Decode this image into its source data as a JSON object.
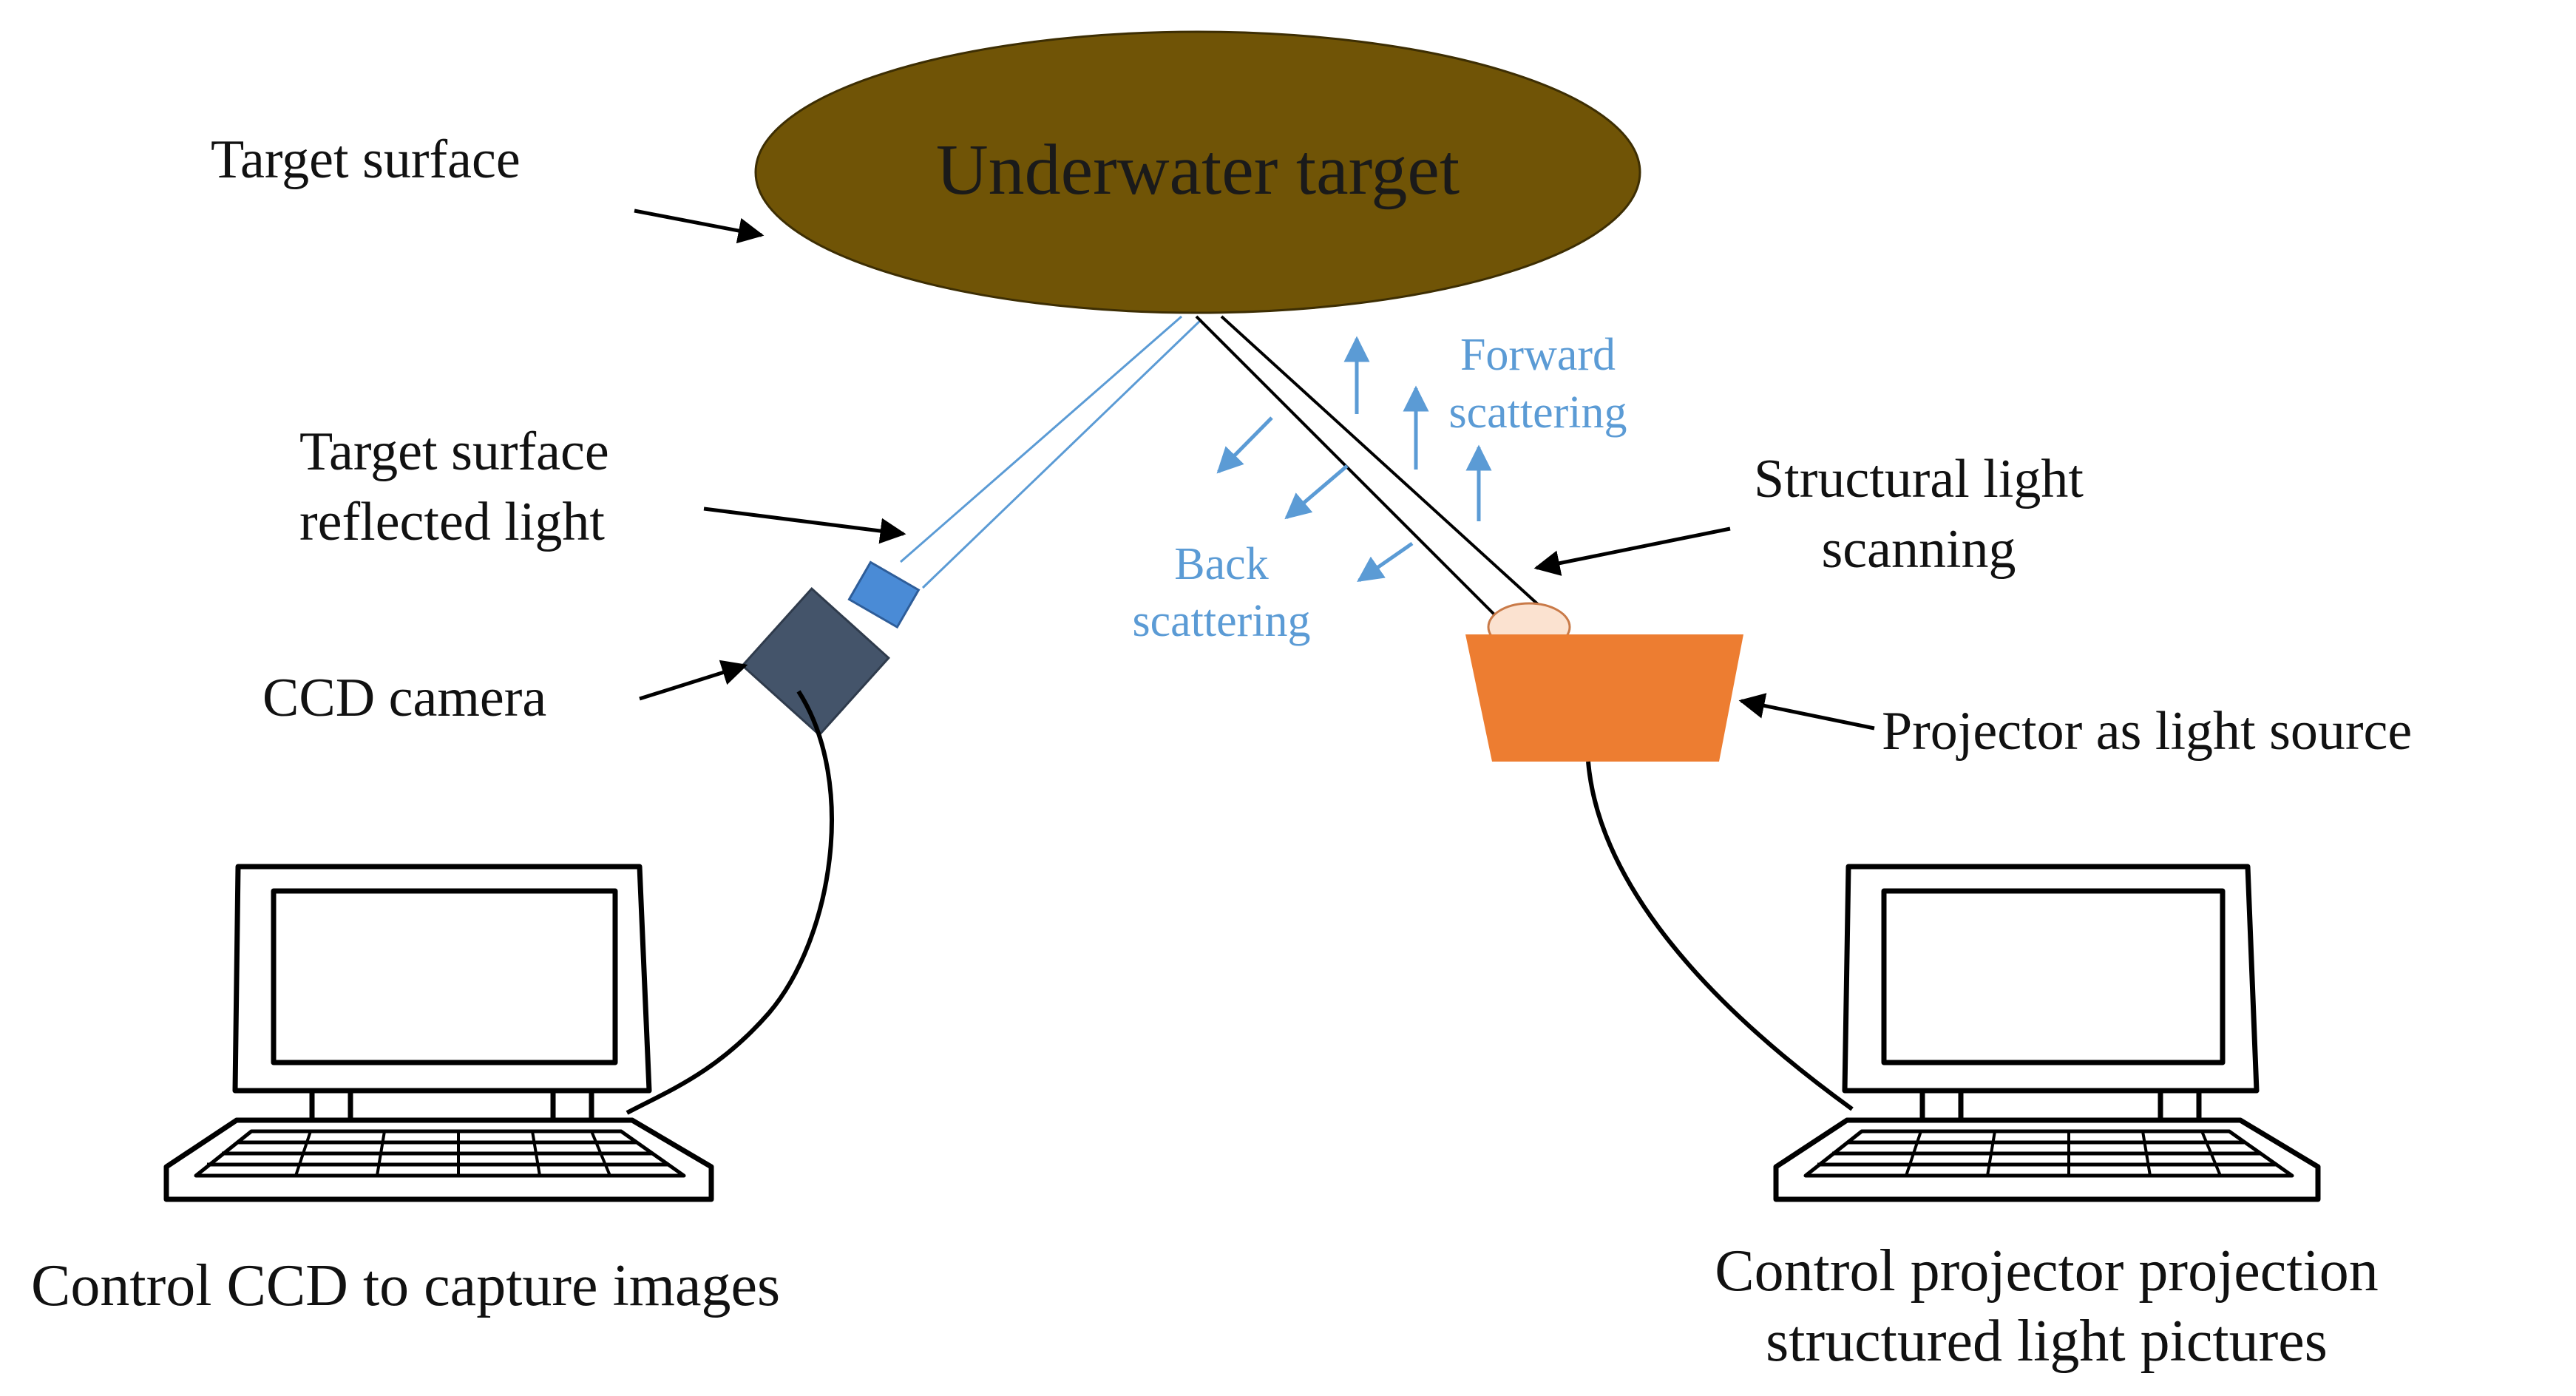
{
  "labels": {
    "target": "Underwater target",
    "target_surface": "Target surface",
    "reflected_line1": "Target surface",
    "reflected_line2": "reflected light",
    "ccd_camera": "CCD camera",
    "structural_line1": "Structural light",
    "structural_line2": "scanning",
    "projector": "Projector as light  source",
    "forward_line1": "Forward",
    "forward_line2": "scattering",
    "back_line1": "Back",
    "back_line2": "scattering",
    "left_caption": "Control CCD to capture images",
    "right_caption_line1": "Control projector projection",
    "right_caption_line2": "structured light  pictures"
  },
  "colors": {
    "target_fill": "#705406",
    "projector_fill": "#ed7d31",
    "camera_body": "#44546a",
    "camera_lens": "#4a8bd6",
    "scatter_arrows": "#5b9bd5",
    "outline": "#000000"
  },
  "icons": [
    "camera-icon",
    "projector-icon",
    "laptop-icon",
    "arrow-icon"
  ]
}
